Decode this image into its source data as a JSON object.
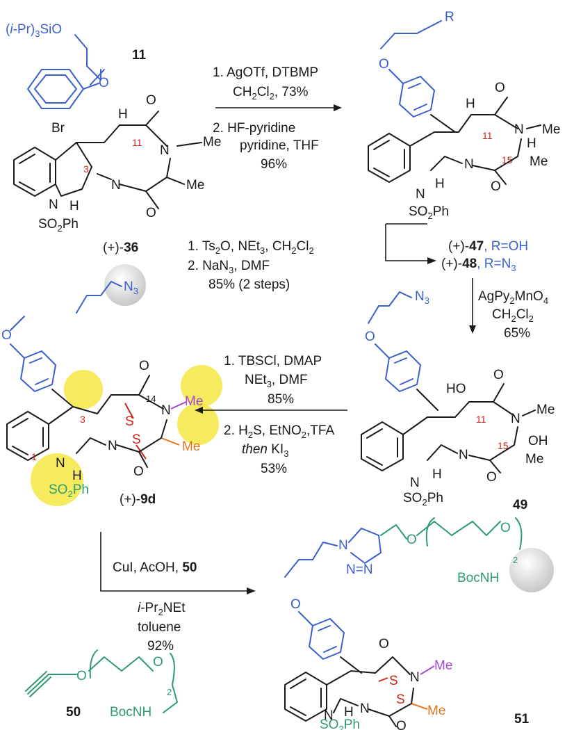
{
  "reaction_1": {
    "step_1": "1. AgOTf, DTBMP",
    "step_1b_pre": "CH",
    "step_1b_sub1": "2",
    "step_1b_mid": "Cl",
    "step_1b_sub2": "2",
    "step_1b_post": ", 73%",
    "step_2": "2. HF-pyridine",
    "step_2b": "pyridine, THF",
    "yield": "96%"
  },
  "reaction_2": {
    "step_1_pre": "1. Ts",
    "step_1_sub": "2",
    "step_1_mid": "O, NEt",
    "step_1_sub2": "3",
    "step_1_post": ", CH",
    "step_1_sub3": "2",
    "step_1_post2": "Cl",
    "step_1_sub4": "2",
    "step_2_pre": "2. NaN",
    "step_2_sub": "3",
    "step_2_post": ", DMF",
    "yield": "85% (2 steps)"
  },
  "reaction_3": {
    "reagent_pre": "AgPy",
    "reagent_sub": "2",
    "reagent_post": "MnO",
    "reagent_sub2": "4",
    "solvent_pre": "CH",
    "solvent_sub": "2",
    "solvent_mid": "Cl",
    "solvent_sub2": "2",
    "yield": "65%"
  },
  "reaction_4": {
    "step_1": "1. TBSCl, DMAP",
    "step_1b_pre": "NEt",
    "step_1b_sub": "3",
    "step_1b_post": ", DMF",
    "yield_1": "85%",
    "step_2_pre": "2. H",
    "step_2_sub": "2",
    "step_2_mid": "S, EtNO",
    "step_2_sub2": "2",
    "step_2_post": ",TFA",
    "step_2b_then": "then",
    "step_2b_post": " KI",
    "step_2b_sub": "3",
    "yield_2": "53%"
  },
  "reaction_5": {
    "reagent_pre": "CuI, AcOH, ",
    "reagent_num": "50",
    "base_pre": "i",
    "base_post": "-Pr",
    "base_sub": "2",
    "base_post2": "NEt",
    "solvent": "toluene",
    "yield": "92%"
  },
  "compounds": {
    "c11": "11",
    "c36_prefix": "(+)-",
    "c36": "36",
    "c47_prefix": "(+)-",
    "c47": "47",
    "c47_r": ",  R=OH",
    "c48_prefix": "(+)-",
    "c48": "48",
    "c48_r_pre": ",  R=N",
    "c48_r_sub": "3",
    "c49": "49",
    "c9d_prefix": "(+)-",
    "c9d": "9d",
    "c50": "50",
    "c51": "51"
  },
  "labels": {
    "tips_pre": "(",
    "tips_i": "i",
    "tips_mid": "-Pr)",
    "tips_sub": "3",
    "tips_post": "SiO",
    "R": "R",
    "O": "O",
    "N": "N",
    "H": "H",
    "Me": "Me",
    "Br": "Br",
    "S": "S",
    "HO": "HO",
    "OH": "OH",
    "N3": "N",
    "N3_sub": "3",
    "SO2Ph_pre": "SO",
    "SO2Ph_sub": "2",
    "SO2Ph_post": "Ph",
    "BocNH": "BocNH",
    "peg_n": "2",
    "NN": "N=N",
    "atom_3": "3",
    "atom_11": "11",
    "atom_15": "15",
    "atom_14": "14",
    "atom_1": "1"
  }
}
